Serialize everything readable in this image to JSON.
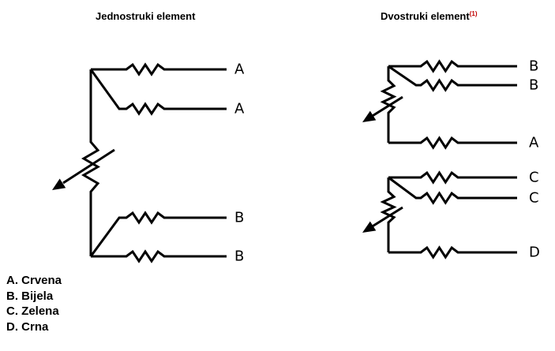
{
  "titles": {
    "single": "Jednostruki element",
    "dual": "Dvostruki element",
    "dual_note": "(1)"
  },
  "terminals": {
    "single": [
      "A",
      "A",
      "B",
      "B"
    ],
    "dual": [
      "B",
      "B",
      "A",
      "C",
      "C",
      "D"
    ]
  },
  "legend": [
    "A. Crvena",
    "B. Bijela",
    "C. Zelena",
    "D. Crna"
  ]
}
